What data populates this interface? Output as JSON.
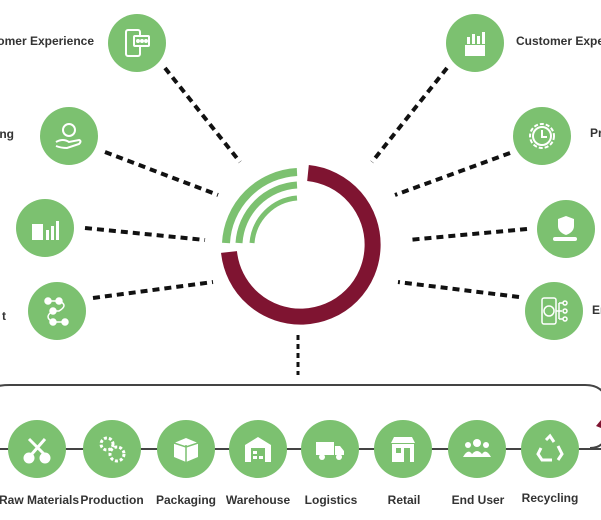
{
  "colors": {
    "green": "#7cc170",
    "maroon": "#7f1431",
    "line": "#111111"
  },
  "left_features": [
    {
      "label": "Customer Experience",
      "icon": "smartphone-chat-icon"
    },
    {
      "label": "ng",
      "icon": "hand-money-icon"
    },
    {
      "label": "",
      "icon": "calculator-chart-icon"
    },
    {
      "label": "t",
      "icon": "process-flow-icon"
    }
  ],
  "right_features": [
    {
      "label": "Customer Experi",
      "icon": "box-chart-icon"
    },
    {
      "label": "Pr",
      "icon": "gear-clock-icon"
    },
    {
      "label": "",
      "icon": "hand-shield-icon"
    },
    {
      "label": "Er",
      "icon": "phone-network-icon"
    }
  ],
  "chain": [
    {
      "label": "Raw Materials",
      "icon": "tools-icon"
    },
    {
      "label": "Production",
      "icon": "gears-icon"
    },
    {
      "label": "Packaging",
      "icon": "box-icon"
    },
    {
      "label": "Warehouse",
      "icon": "warehouse-icon"
    },
    {
      "label": "Logistics",
      "icon": "truck-icon"
    },
    {
      "label": "Retail",
      "icon": "store-icon"
    },
    {
      "label": "End User",
      "icon": "users-icon"
    },
    {
      "label": "Recycling",
      "icon": "recycle-icon"
    }
  ]
}
